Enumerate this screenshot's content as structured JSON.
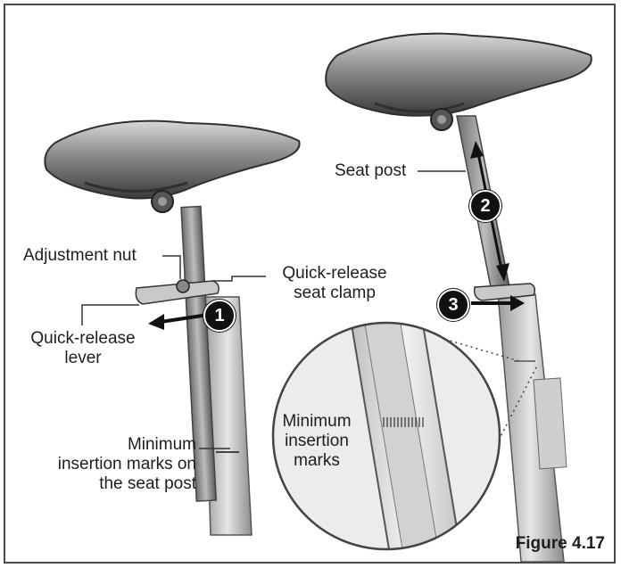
{
  "labels": {
    "adjustment_nut": "Adjustment nut",
    "qr_clamp_line1": "Quick-release",
    "qr_clamp_line2": "seat clamp",
    "qr_lever_line1": "Quick-release",
    "qr_lever_line2": "lever",
    "min_marks_line1": "Minimum",
    "min_marks_line2": "insertion marks on",
    "min_marks_line3": "the seat post",
    "seat_post": "Seat post",
    "zoom_line1": "Minimum",
    "zoom_line2": "insertion",
    "zoom_line3": "marks"
  },
  "steps": [
    "1",
    "2",
    "3"
  ],
  "figure_label": "Figure 4.17"
}
